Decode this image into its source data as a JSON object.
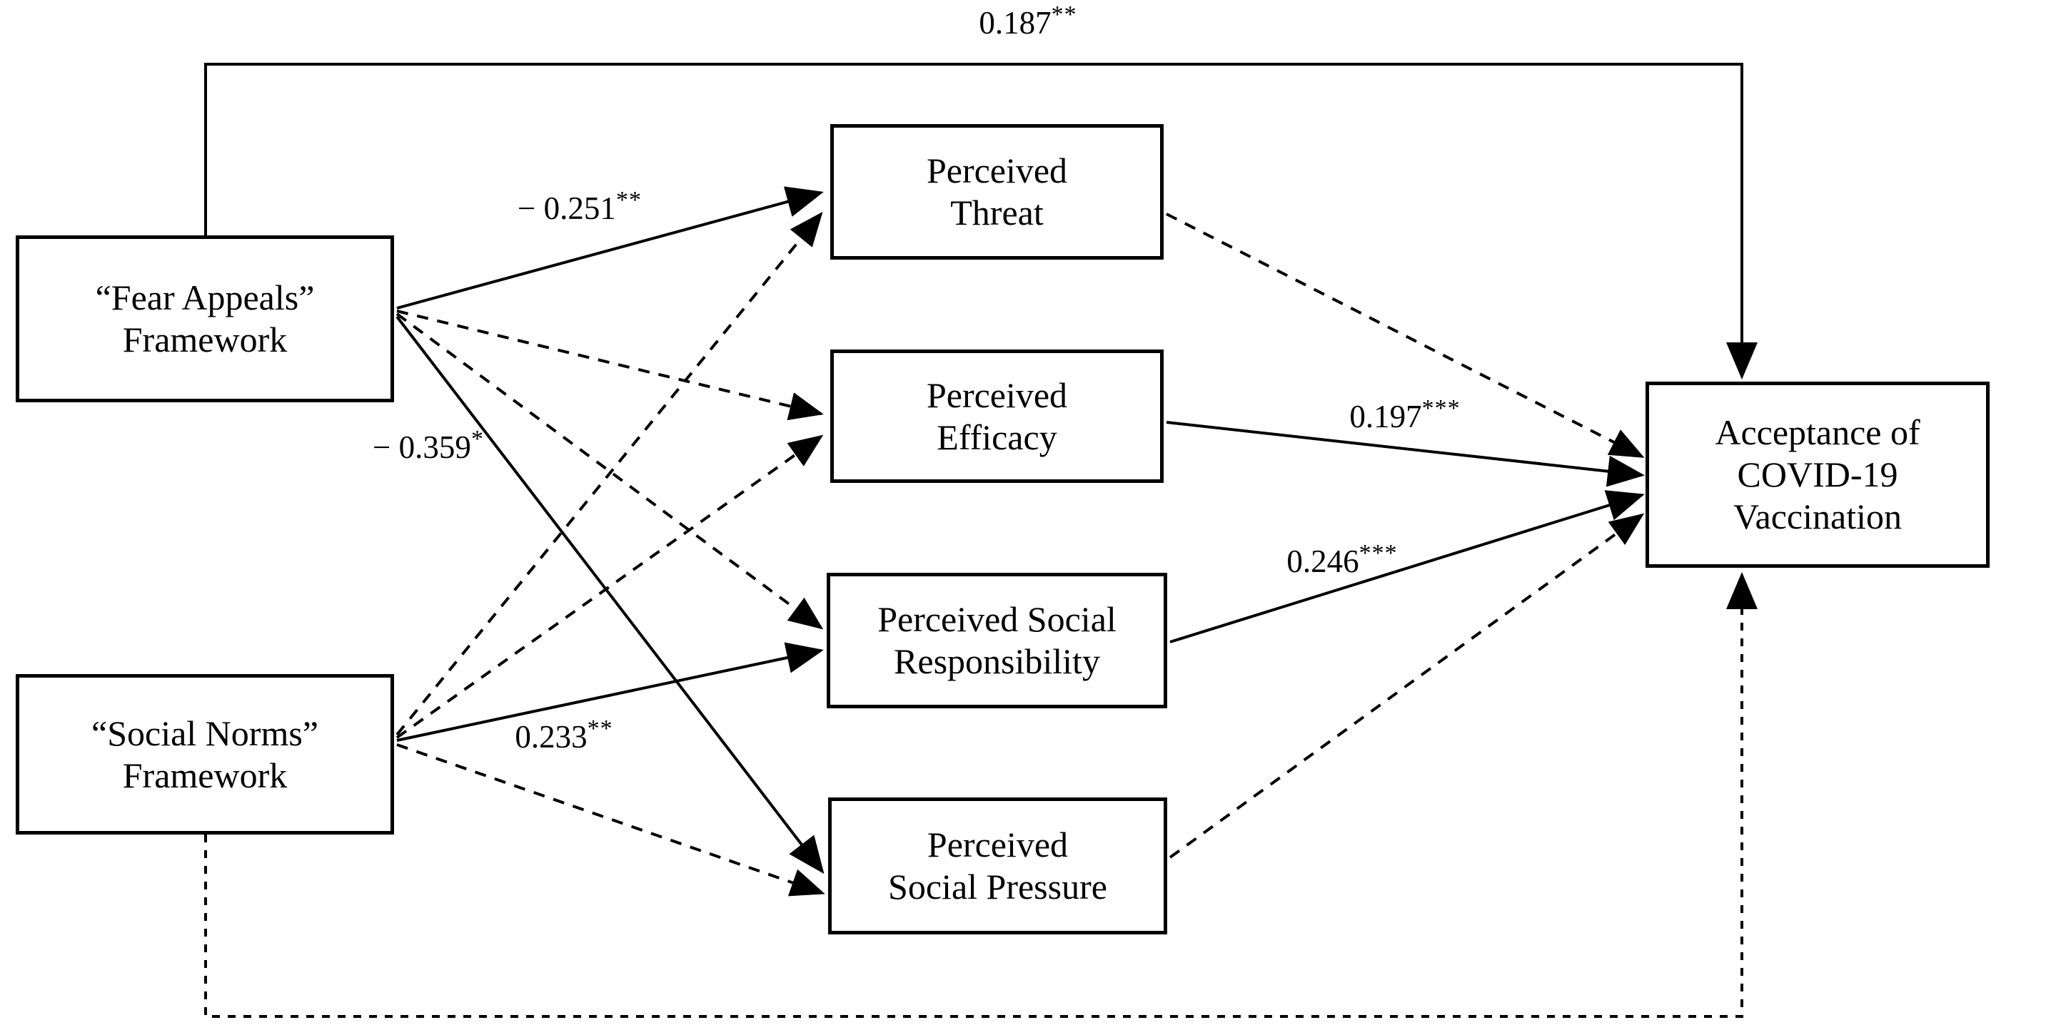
{
  "figure": {
    "type": "path-diagram",
    "title": "",
    "background_color": "#ffffff",
    "line_color": "#000000"
  },
  "nodes": {
    "fear_appeals": {
      "label": "“Fear Appeals”\nFramework"
    },
    "social_norms": {
      "label": "“Social Norms”\nFramework"
    },
    "perceived_threat": {
      "label": "Perceived\nThreat"
    },
    "perceived_efficacy": {
      "label": "Perceived\nEfficacy"
    },
    "perceived_social_responsibility": {
      "label": "Perceived Social\nResponsibility"
    },
    "perceived_social_pressure": {
      "label": "Perceived\nSocial Pressure"
    },
    "acceptance": {
      "label": "Acceptance of\nCOVID-19\nVaccination"
    }
  },
  "edge_labels": {
    "direct_fear_to_acceptance": {
      "value": "0.187",
      "stars": "**"
    },
    "fear_to_threat": {
      "value": "− 0.251",
      "stars": "**"
    },
    "fear_to_pressure": {
      "value": "− 0.359",
      "stars": "*"
    },
    "norms_to_responsibility": {
      "value": "0.233",
      "stars": "**"
    },
    "efficacy_to_acceptance": {
      "value": "0.197",
      "stars": "***"
    },
    "responsibility_to_acceptance": {
      "value": "0.246",
      "stars": "***"
    }
  },
  "chart_data": {
    "type": "diagram",
    "nodes": [
      {
        "id": "fear_appeals",
        "label": "“Fear Appeals” Framework",
        "column": "predictor"
      },
      {
        "id": "social_norms",
        "label": "“Social Norms” Framework",
        "column": "predictor"
      },
      {
        "id": "perceived_threat",
        "label": "Perceived Threat",
        "column": "mediator"
      },
      {
        "id": "perceived_efficacy",
        "label": "Perceived Efficacy",
        "column": "mediator"
      },
      {
        "id": "perceived_social_responsibility",
        "label": "Perceived Social Responsibility",
        "column": "mediator"
      },
      {
        "id": "perceived_social_pressure",
        "label": "Perceived Social Pressure",
        "column": "mediator"
      },
      {
        "id": "acceptance",
        "label": "Acceptance of COVID-19 Vaccination",
        "column": "outcome"
      }
    ],
    "edges": [
      {
        "from": "fear_appeals",
        "to": "acceptance",
        "coefficient": 0.187,
        "significance": "**",
        "style": "solid",
        "route": "top"
      },
      {
        "from": "fear_appeals",
        "to": "perceived_threat",
        "coefficient": -0.251,
        "significance": "**",
        "style": "solid"
      },
      {
        "from": "fear_appeals",
        "to": "perceived_social_pressure",
        "coefficient": -0.359,
        "significance": "*",
        "style": "solid"
      },
      {
        "from": "fear_appeals",
        "to": "perceived_efficacy",
        "coefficient": null,
        "significance": "",
        "style": "dashed"
      },
      {
        "from": "fear_appeals",
        "to": "perceived_social_responsibility",
        "coefficient": null,
        "significance": "",
        "style": "dashed"
      },
      {
        "from": "social_norms",
        "to": "perceived_social_responsibility",
        "coefficient": 0.233,
        "significance": "**",
        "style": "solid"
      },
      {
        "from": "social_norms",
        "to": "perceived_threat",
        "coefficient": null,
        "significance": "",
        "style": "dashed"
      },
      {
        "from": "social_norms",
        "to": "perceived_efficacy",
        "coefficient": null,
        "significance": "",
        "style": "dashed"
      },
      {
        "from": "social_norms",
        "to": "perceived_social_pressure",
        "coefficient": null,
        "significance": "",
        "style": "dashed"
      },
      {
        "from": "social_norms",
        "to": "acceptance",
        "coefficient": null,
        "significance": "",
        "style": "dashed",
        "route": "bottom"
      },
      {
        "from": "perceived_threat",
        "to": "acceptance",
        "coefficient": null,
        "significance": "",
        "style": "dashed"
      },
      {
        "from": "perceived_efficacy",
        "to": "acceptance",
        "coefficient": 0.197,
        "significance": "***",
        "style": "solid"
      },
      {
        "from": "perceived_social_responsibility",
        "to": "acceptance",
        "coefficient": 0.246,
        "significance": "***",
        "style": "solid"
      },
      {
        "from": "perceived_social_pressure",
        "to": "acceptance",
        "coefficient": null,
        "significance": "",
        "style": "dashed"
      }
    ]
  }
}
